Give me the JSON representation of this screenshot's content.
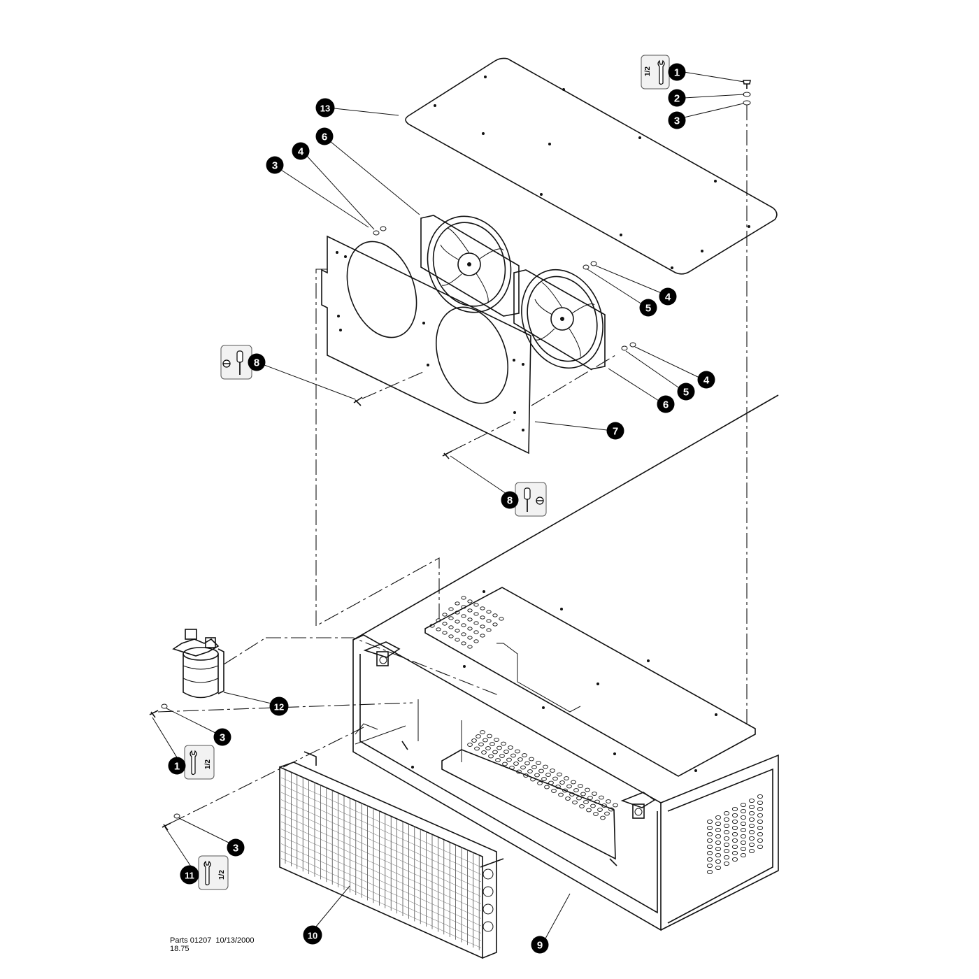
{
  "callouts": [
    {
      "label": "1"
    },
    {
      "label": "2"
    },
    {
      "label": "3"
    },
    {
      "label": "13"
    },
    {
      "label": "6"
    },
    {
      "label": "4"
    },
    {
      "label": "3"
    },
    {
      "label": "4"
    },
    {
      "label": "5"
    },
    {
      "label": "4"
    },
    {
      "label": "5"
    },
    {
      "label": "6"
    },
    {
      "label": "8"
    },
    {
      "label": "7"
    },
    {
      "label": "8"
    },
    {
      "label": "12"
    },
    {
      "label": "3"
    },
    {
      "label": "1"
    },
    {
      "label": "3"
    },
    {
      "label": "11"
    },
    {
      "label": "10"
    },
    {
      "label": "9"
    }
  ],
  "badges": [
    {
      "kind": "wrench",
      "size": "1/2"
    },
    {
      "kind": "screwdriver"
    },
    {
      "kind": "screwdriver"
    },
    {
      "kind": "wrench",
      "size": "1/2"
    },
    {
      "kind": "wrench",
      "size": "1/2"
    }
  ],
  "footer": {
    "line1": "Parts 01207  10/13/2000",
    "line2": "18.75"
  }
}
